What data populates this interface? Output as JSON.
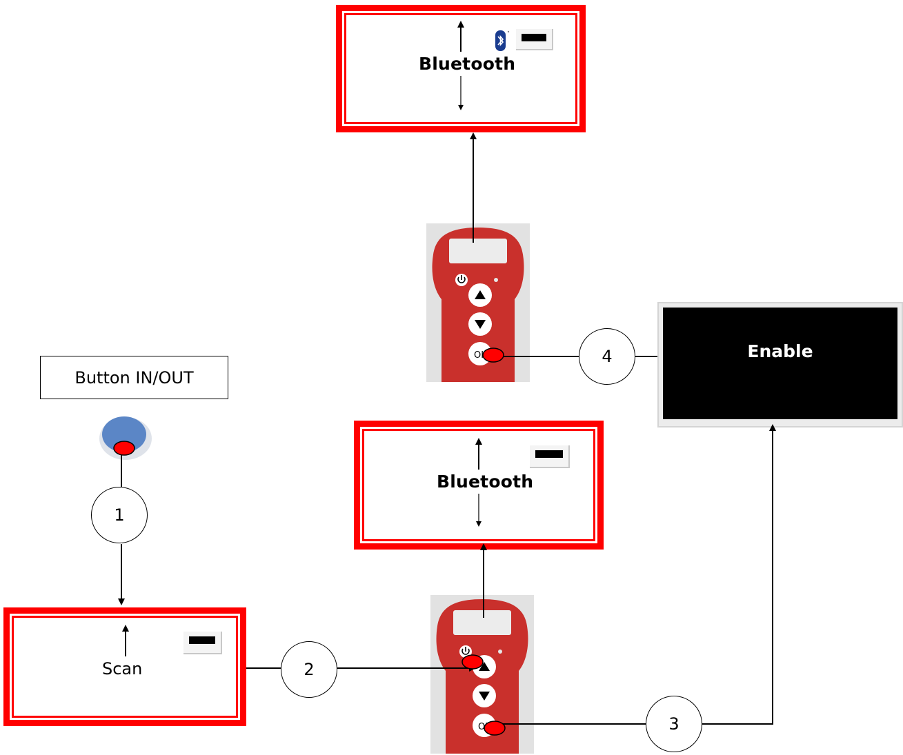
{
  "top_screen": {
    "title": "Bluetooth"
  },
  "middle_screen": {
    "title": "Bluetooth"
  },
  "scan_screen": {
    "title": "Scan"
  },
  "button_inout": {
    "label": "Button IN/OUT"
  },
  "enable_screen": {
    "label": "Enable"
  },
  "steps": [
    "1",
    "2",
    "3",
    "4"
  ],
  "device_keys": {
    "ok": "OK"
  },
  "colors": {
    "frame_red": "#ff0000",
    "device_red": "#c9302c",
    "button_blue": "#5b86c6",
    "marker_red": "#ff0000"
  },
  "icons": [
    "bluetooth-icon",
    "battery-icon",
    "power-icon",
    "up-arrow-icon",
    "down-arrow-icon"
  ]
}
